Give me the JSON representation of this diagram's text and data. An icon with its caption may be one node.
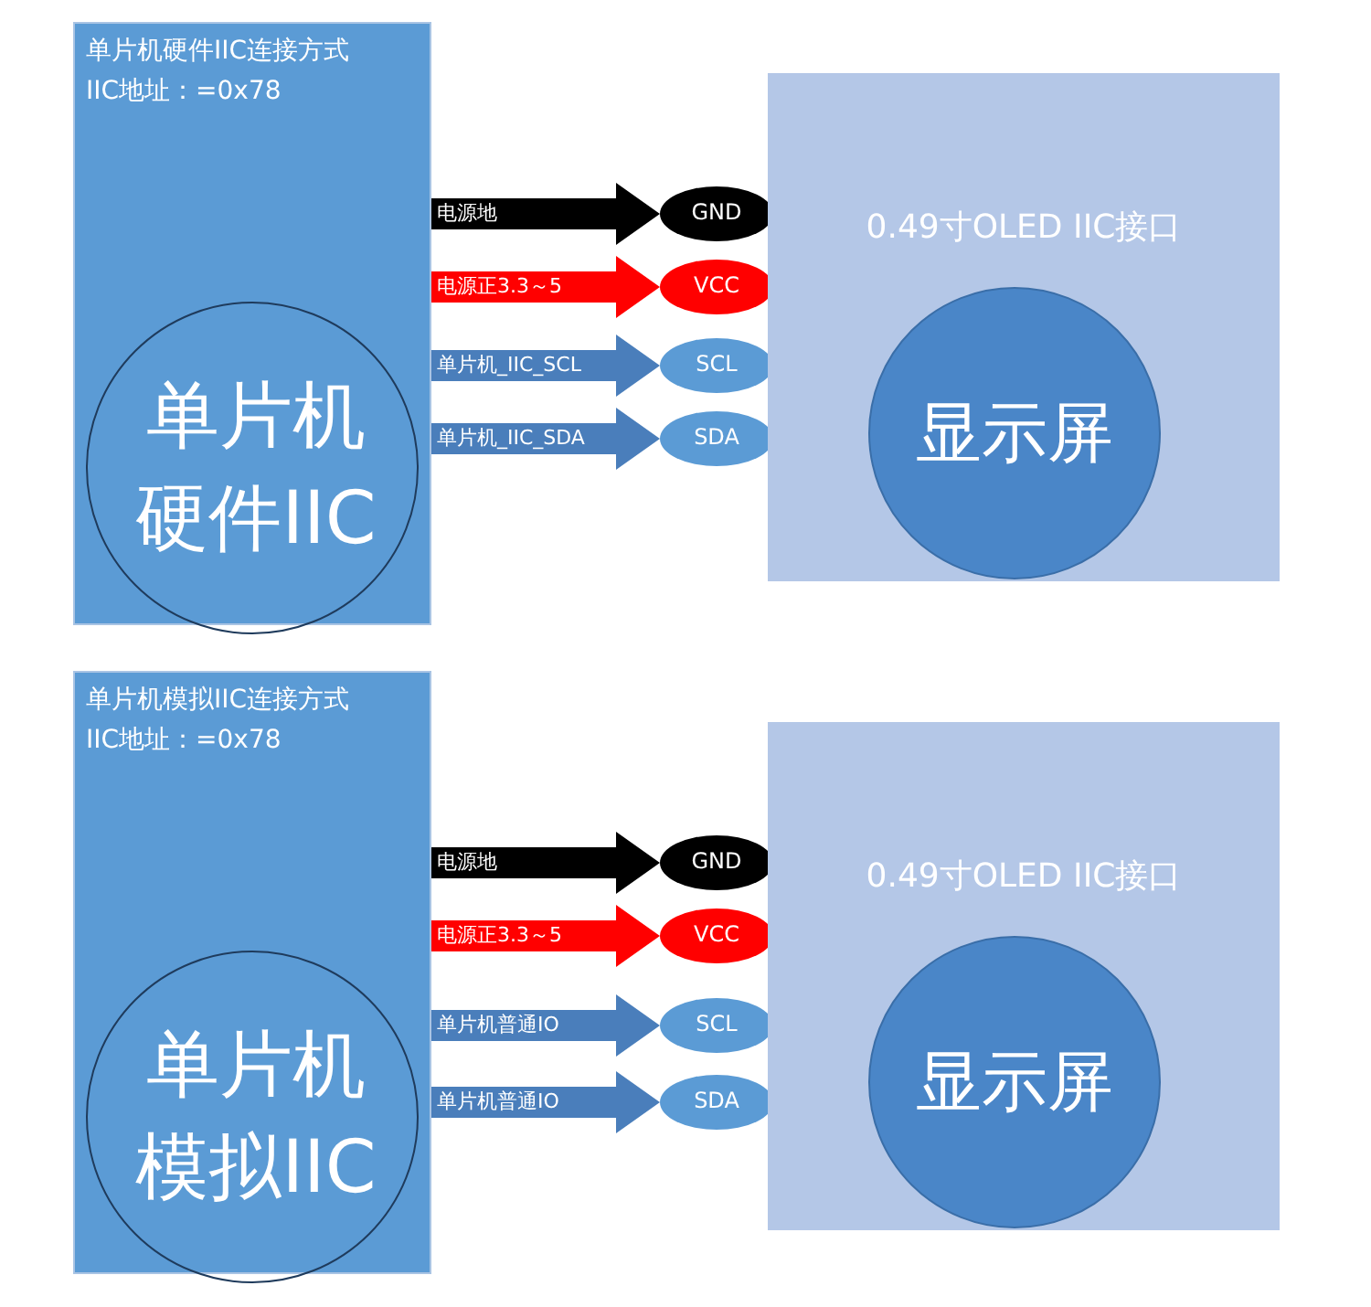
{
  "diagram": {
    "nodes": [
      {
        "text": [
          "单片机硬件IIC连接方式",
          "IIC地址：=0x78"
        ]
      },
      {
        "text": [
          "单片机硬件IIC"
        ],
        "in": 0
      },
      {
        "text": [
          "GND"
        ]
      },
      {
        "text": [
          "VCC"
        ]
      },
      {
        "text": [
          "SCL"
        ]
      },
      {
        "text": [
          "SDA"
        ]
      },
      {
        "text": [
          "0.49寸OLED IIC接口"
        ]
      },
      {
        "text": [
          "显示屏"
        ],
        "in": 6
      },
      {
        "text": [
          "单片机模拟IIC连接方式",
          "IIC地址：=0x78"
        ]
      },
      {
        "text": [
          "单片机模拟IIC"
        ],
        "in": 8
      },
      {
        "text": [
          "GND"
        ]
      },
      {
        "text": [
          "VCC"
        ]
      },
      {
        "text": [
          "SCL"
        ]
      },
      {
        "text": [
          "SDA"
        ]
      },
      {
        "text": [
          "0.49寸OLED IIC接口"
        ]
      },
      {
        "text": [
          "显示屏"
        ],
        "in": 14
      }
    ],
    "edges": [
      {
        "from": 0,
        "to": 2,
        "arrow": "to",
        "label": "电源地",
        "color": "#000000"
      },
      {
        "from": 0,
        "to": 3,
        "arrow": "to",
        "label": "电源正3.3～5",
        "color": "#ff0000"
      },
      {
        "from": 0,
        "to": 4,
        "arrow": "to",
        "label": "单片机_IIC_SCL"
      },
      {
        "from": 0,
        "to": 5,
        "arrow": "to",
        "label": "单片机_IIC_SDA"
      },
      {
        "from": 8,
        "to": 10,
        "arrow": "to",
        "label": "电源地",
        "color": "#000000"
      },
      {
        "from": 8,
        "to": 11,
        "arrow": "to",
        "label": "电源正3.3～5",
        "color": "#ff0000"
      },
      {
        "from": 8,
        "to": 12,
        "arrow": "to",
        "label": "单片机普通IO"
      },
      {
        "from": 8,
        "to": 13,
        "arrow": "to",
        "label": "单片机普通IO"
      }
    ]
  }
}
